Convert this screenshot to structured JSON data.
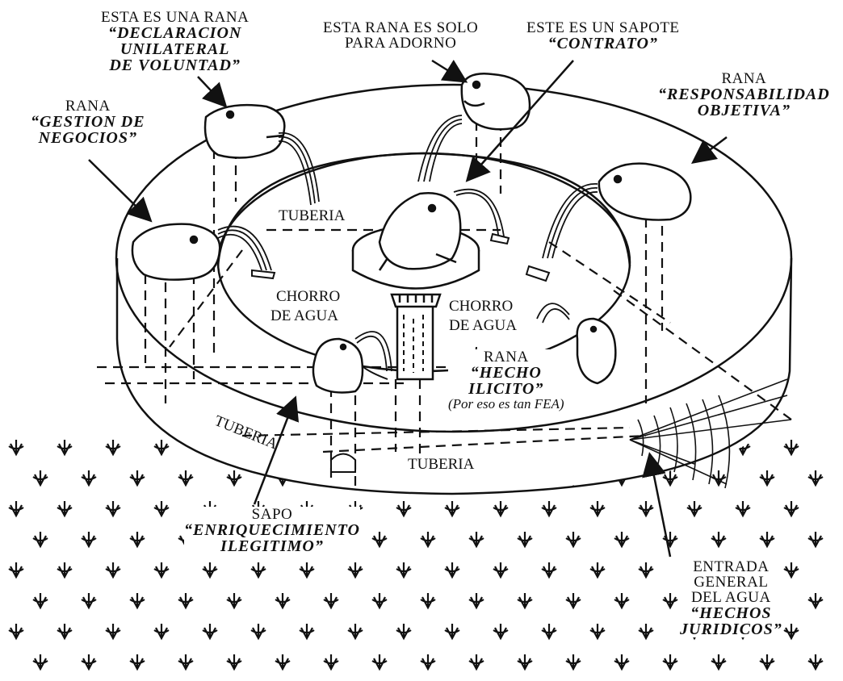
{
  "labels": {
    "declaracion": {
      "line1": "ESTA ES UNA RANA",
      "term1": "“DECLARACION",
      "term2": "UNILATERAL",
      "term3": "DE VOLUNTAD”"
    },
    "adorno": {
      "line1": "ESTA RANA ES SOLO",
      "line2": "PARA ADORNO"
    },
    "contrato": {
      "line1": "ESTE ES UN SAPOTE",
      "term1": "“CONTRATO”"
    },
    "responsabilidad": {
      "line1": "RANA",
      "term1": "“RESPONSABILIDAD",
      "term2": "OBJETIVA”"
    },
    "gestion": {
      "line1": "RANA",
      "term1": "“GESTION DE",
      "term2": "NEGOCIOS”"
    },
    "hecho_ilicito": {
      "line1": "RANA",
      "term1": "“HECHO",
      "term2": "ILICITO”",
      "note": "(Por eso es tan FEA)"
    },
    "enriquecimiento": {
      "line1": "SAPO",
      "term1": "“ENRIQUECIMIENTO",
      "term2": "ILEGITIMO”"
    },
    "entrada": {
      "line1": "ENTRADA",
      "line2": "GENERAL",
      "line3": "DEL AGUA",
      "term1": "“HECHOS",
      "term2": "JURIDICOS”"
    }
  },
  "inline_text": {
    "tuberia_inner": "TUBERIA",
    "tuberia_left": "TUBERIA",
    "tuberia_front": "TUBERIA",
    "chorro_left_1": "CHORRO",
    "chorro_left_2": "DE AGUA",
    "chorro_right_1": "CHORRO",
    "chorro_right_2": "DE AGUA"
  }
}
